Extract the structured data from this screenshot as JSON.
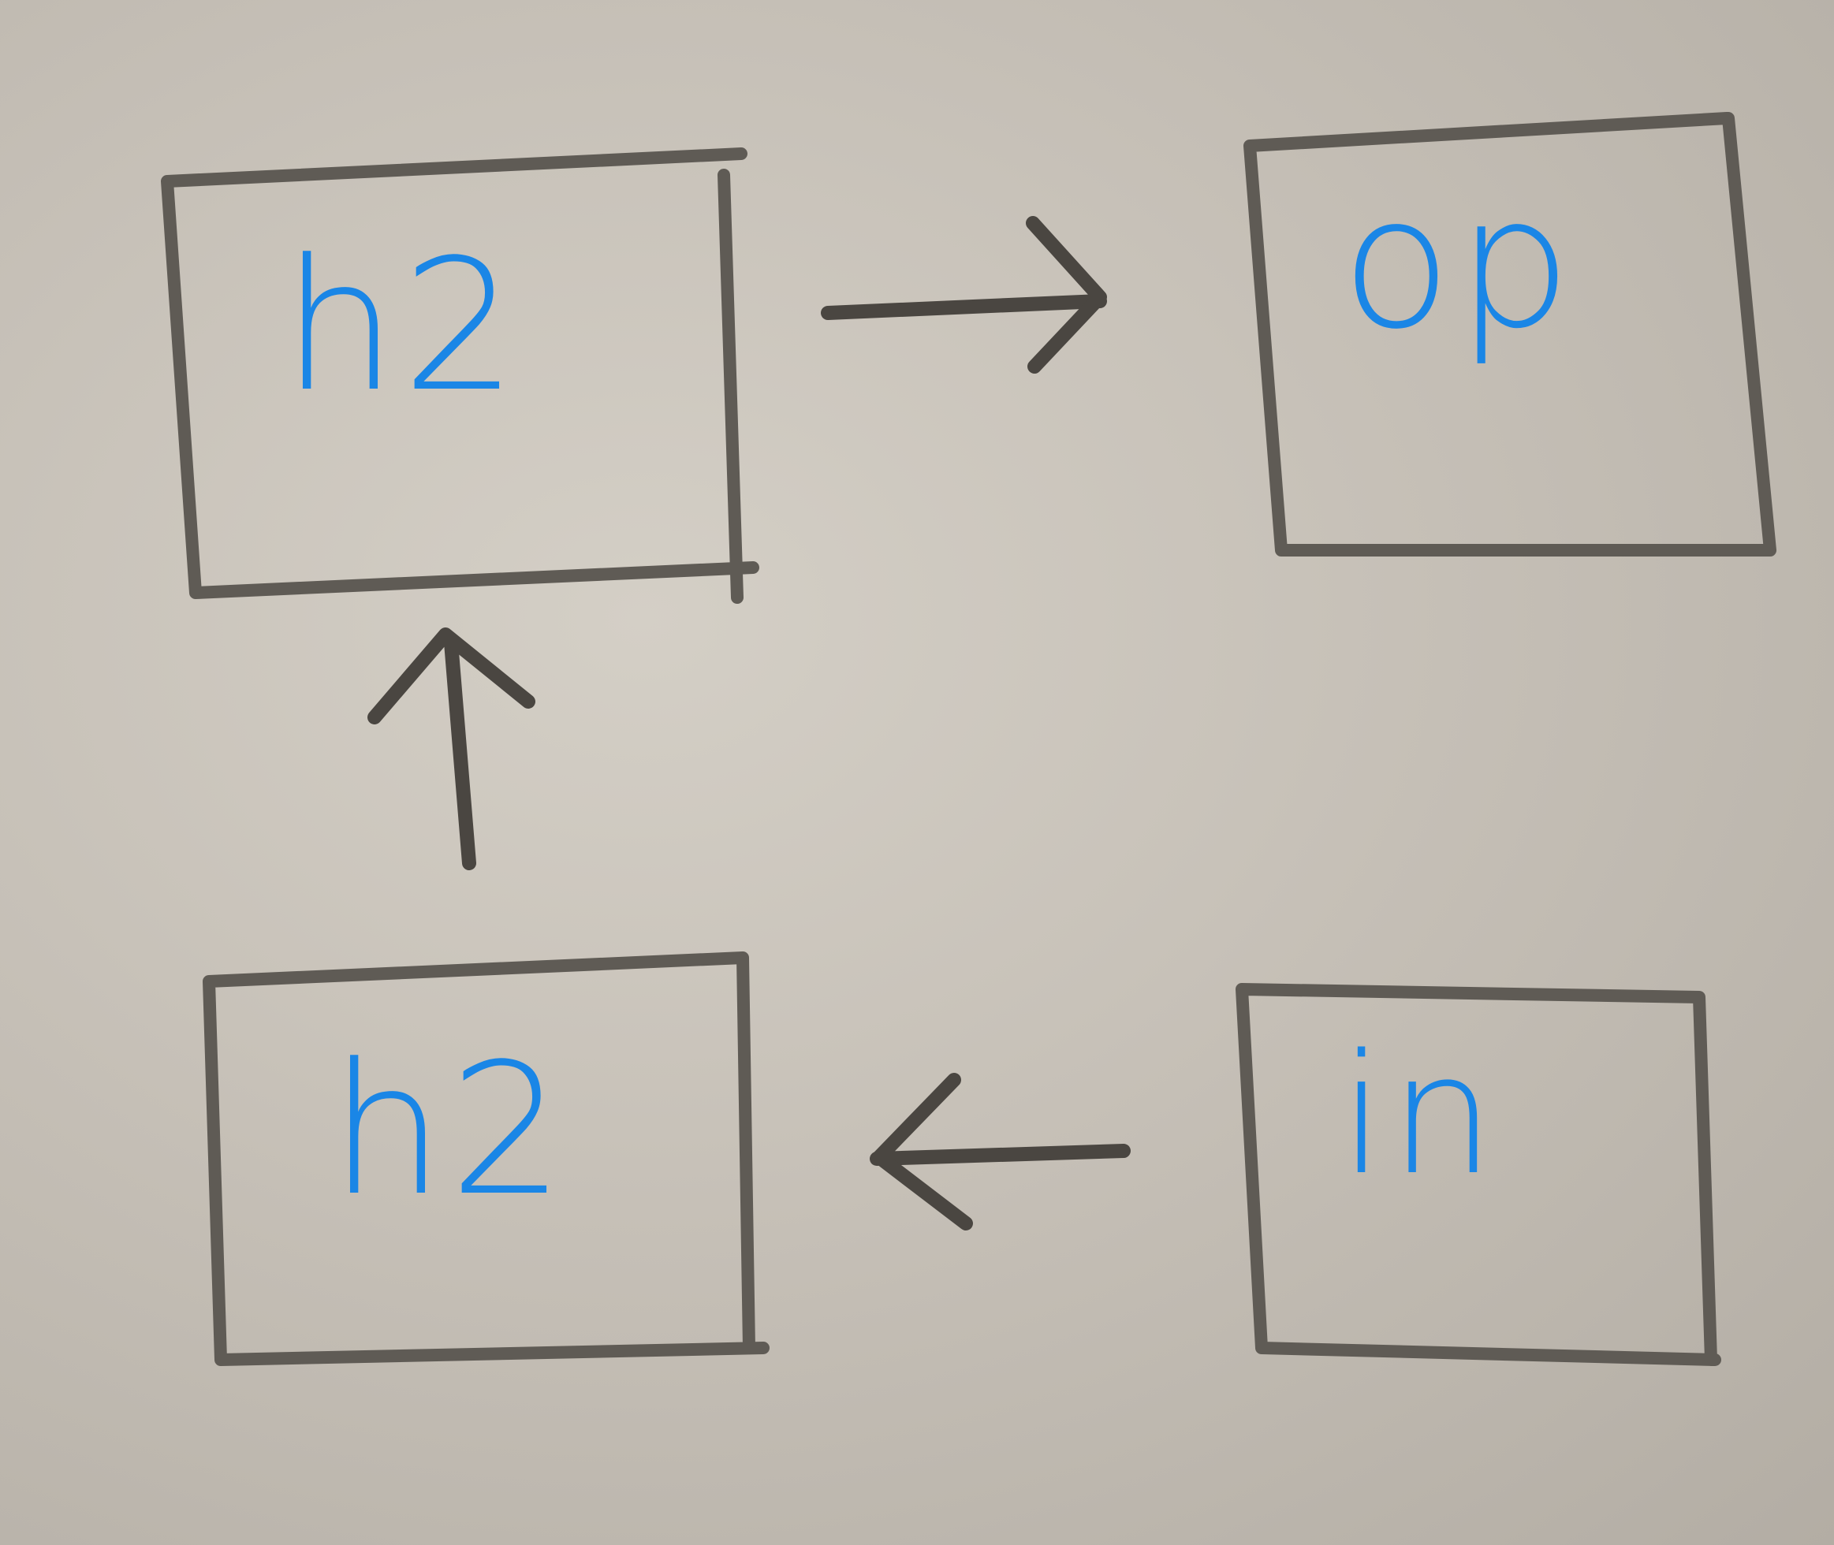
{
  "nodes": {
    "top_left": {
      "label": "h2"
    },
    "top_right": {
      "label": "op"
    },
    "bottom_left": {
      "label": "h2"
    },
    "bottom_right": {
      "label": "in"
    }
  },
  "colors": {
    "label": "#1a86e6",
    "stroke": "#5f5b55",
    "arrow": "#4a4641",
    "paper": "#c6c0b7"
  }
}
